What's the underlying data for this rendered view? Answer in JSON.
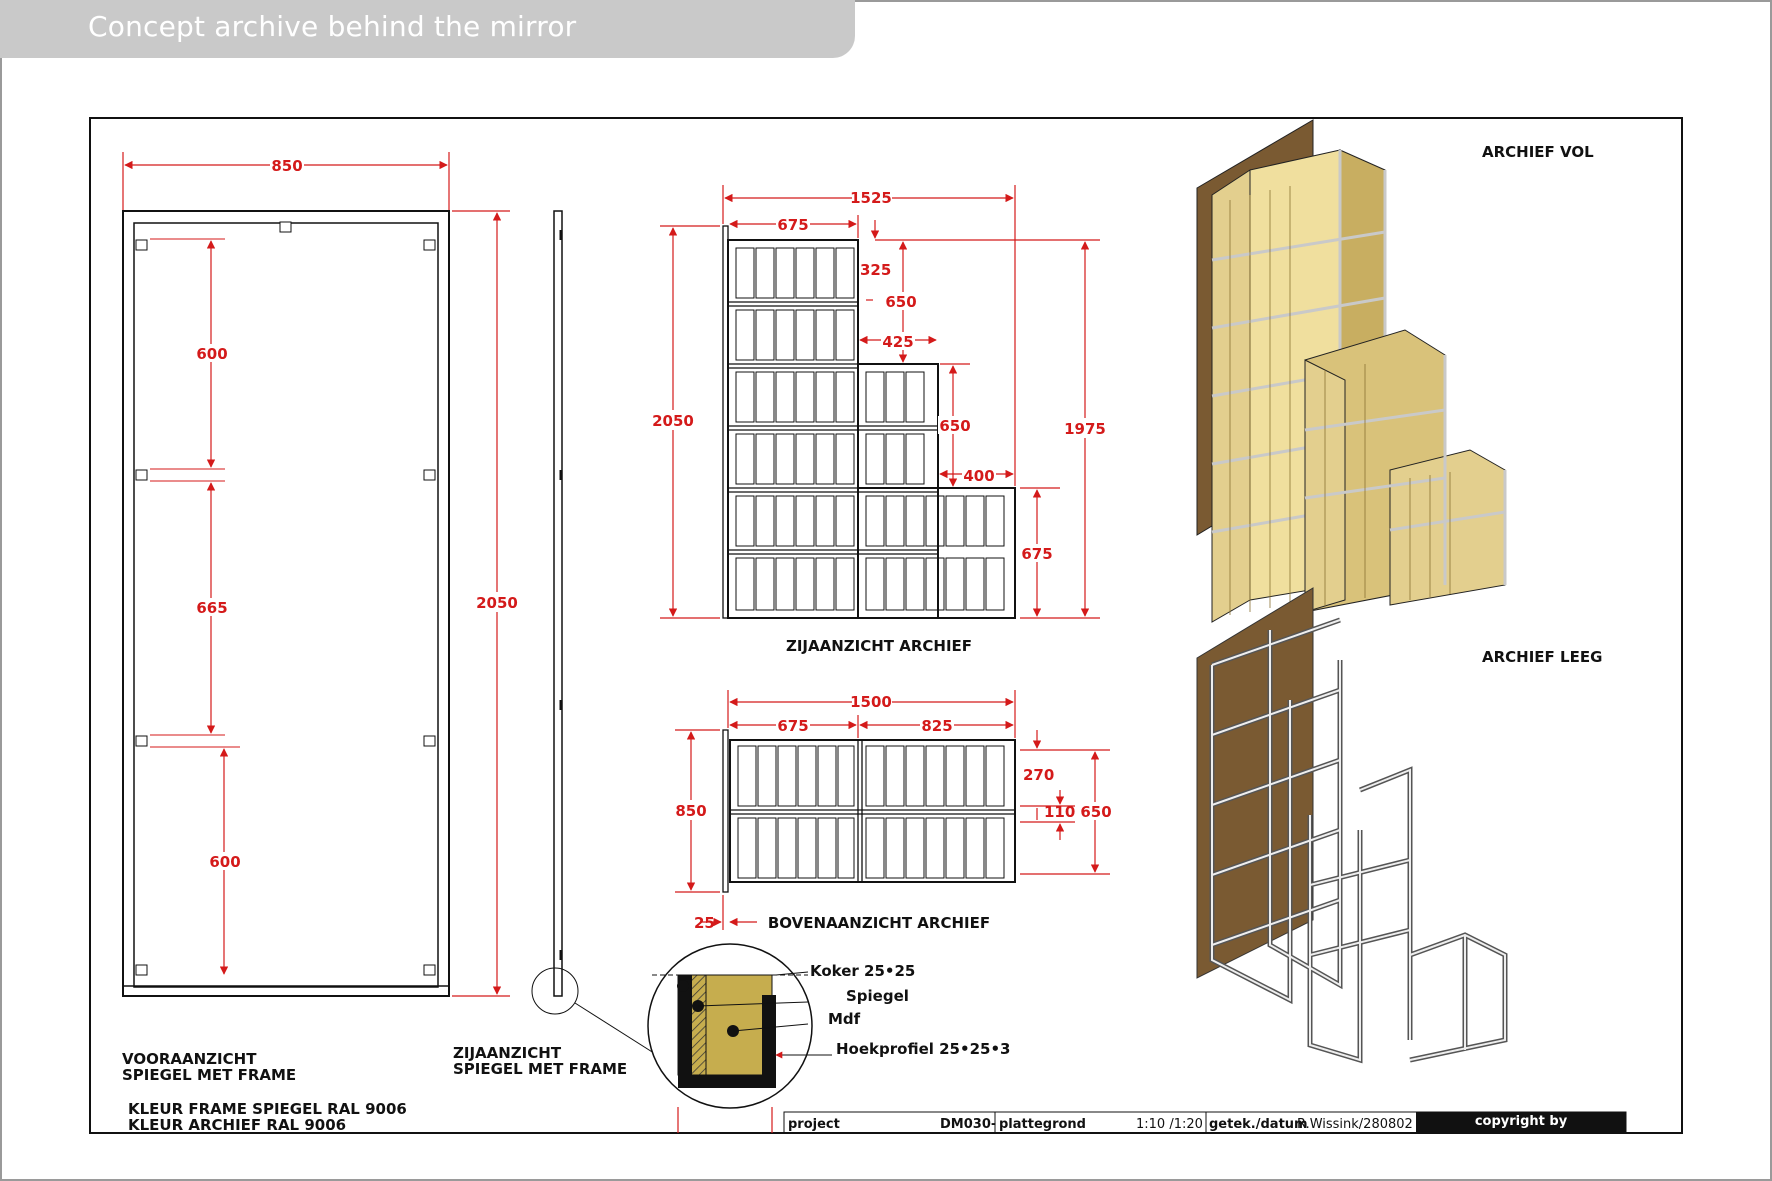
{
  "header": {
    "title": "Concept archive behind the mirror"
  },
  "front_view": {
    "dim_width": "850",
    "dim_height": "2050",
    "dim_seg_top": "600",
    "dim_seg_mid": "665",
    "dim_seg_bottom": "600",
    "label_line1": "VOORAANZICHT",
    "label_line2": "SPIEGEL MET FRAME"
  },
  "side_view_mirror": {
    "label_line1": "ZIJAANZICHT",
    "label_line2": "SPIEGEL MET FRAME"
  },
  "colors_note": {
    "line1": "KLEUR FRAME SPIEGEL RAL 9006",
    "line2": "KLEUR ARCHIEF RAL 9006"
  },
  "side_view_archive": {
    "label": "ZIJAANZICHT ARCHIEF",
    "dim_total_width": "1525",
    "dim_col_width": "675",
    "dim_height_total": "2050",
    "dim_height_right": "1975",
    "dim_step_325": "325",
    "dim_step_650a": "650",
    "dim_step_425": "425",
    "dim_step_650b": "650",
    "dim_step_400": "400",
    "dim_step_675": "675"
  },
  "top_view_archive": {
    "label": "BOVENAANZICHT ARCHIEF",
    "dim_total": "1500",
    "dim_left": "675",
    "dim_right": "825",
    "dim_depth": "850",
    "dim_270": "270",
    "dim_110": "110",
    "dim_650": "650",
    "dim_25": "25"
  },
  "detail": {
    "koker": "Koker 25•25",
    "spiegel": "Spiegel",
    "mdf": "Mdf",
    "hoekprofiel": "Hoekprofiel 25•25•3"
  },
  "iso_views": {
    "full_label": "ARCHIEF VOL",
    "empty_label": "ARCHIEF LEEG"
  },
  "title_block": {
    "project": "project",
    "code": "DM030-",
    "drawing": "plattegrond",
    "scale": "1:10 /1:20",
    "drawn_label": "getek./datum",
    "drawn_value": "R.Wissink/280802",
    "copyright": "copyright by"
  },
  "colors": {
    "dimension": "#d41a1a",
    "box": "#e3cf8e",
    "wood": "#7a5a32",
    "header_tab": "#c9c9c9"
  }
}
